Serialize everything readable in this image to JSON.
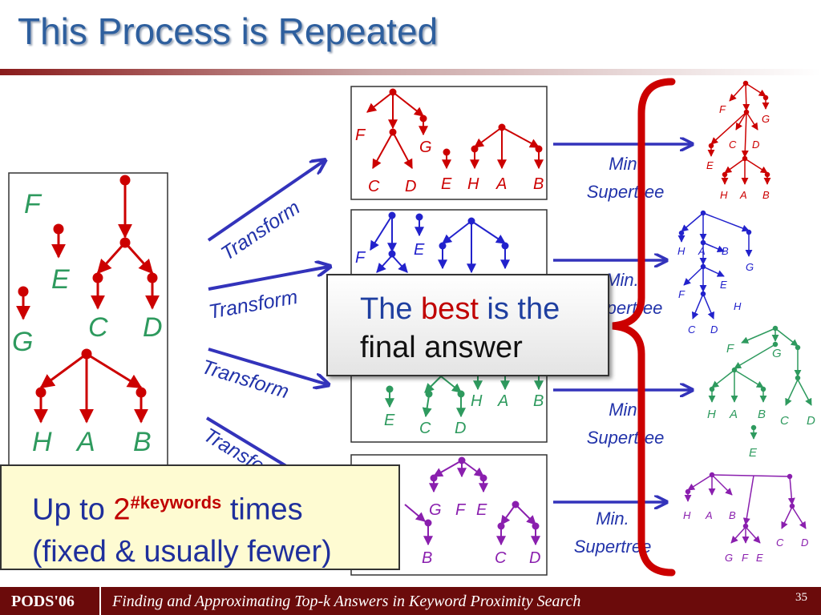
{
  "slide": {
    "title": "This Process is Repeated",
    "footer_conference": "PODS'06",
    "footer_title": "Finding and Approximating Top-k Answers in Keyword Proximity Search",
    "page_number": "35"
  },
  "labels": {
    "transform": "Transform",
    "min": "Min.",
    "supertree": "Supertree"
  },
  "popup": {
    "text_before": "The ",
    "highlight": "best",
    "text_after": " is the",
    "line2": "final answer"
  },
  "note": {
    "prefix": "Up to ",
    "base": "2",
    "exponent": "#keywords",
    "suffix": " times",
    "line2": "(fixed & usually fewer)"
  },
  "colors": {
    "title": "#2e5f9e",
    "red": "#cc0000",
    "blue": "#2222cc",
    "green": "#2e9a5e",
    "purple": "#8a1fae",
    "arrow": "#3333bb",
    "footer": "#6b0b0b"
  },
  "nodes": {
    "F": "F",
    "G": "G",
    "E": "E",
    "C": "C",
    "D": "D",
    "H": "H",
    "A": "A",
    "B": "B"
  }
}
